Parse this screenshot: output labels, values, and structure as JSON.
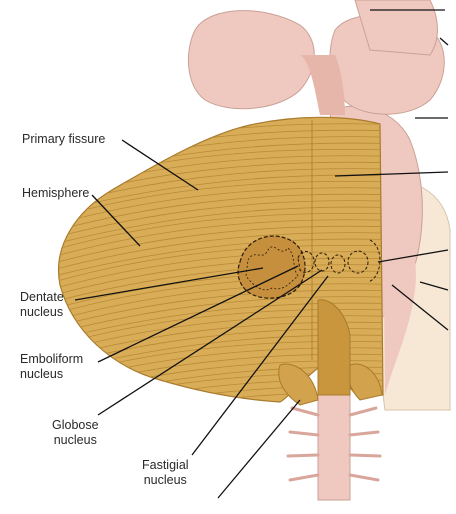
{
  "labels": {
    "primary_fissure": "Primary fissure",
    "hemisphere": "Hemisphere",
    "dentate": "Dentate\nnucleus",
    "emboliform": "Emboliform\nnucleus",
    "globose": "Globose\nnucleus",
    "fastigial": "Fastigial\nnucleus"
  },
  "colors": {
    "cerebellum_fill": "#d9ad57",
    "folia_line": "#b98a37",
    "brainstem_pink": "#efc9c0",
    "brainstem_shade": "#d9a69c",
    "peduncle_cream": "#f7e8d6",
    "leader_line": "#111111"
  }
}
